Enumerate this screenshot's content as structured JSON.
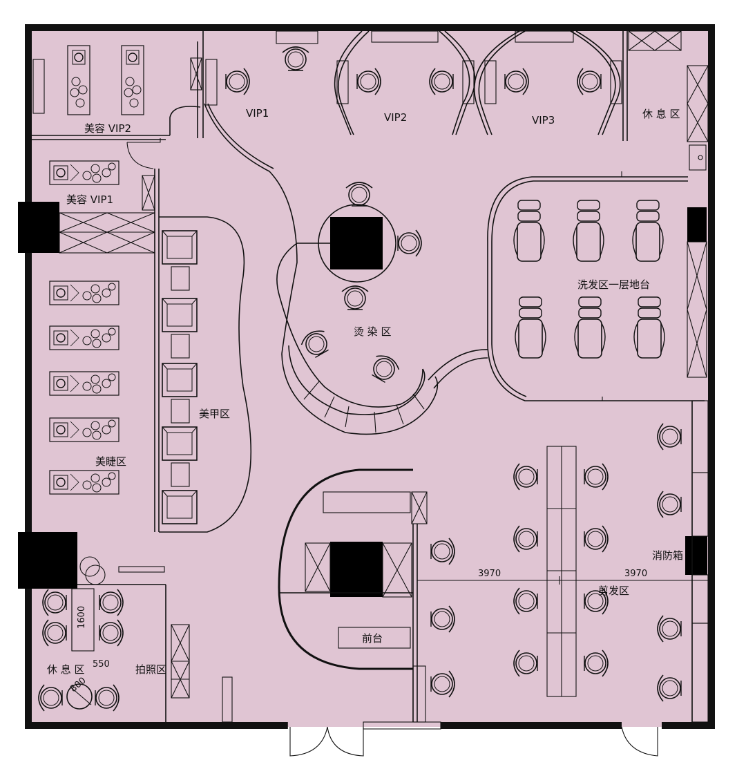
{
  "plan": {
    "background_color": "#e0c5d3",
    "rooms": {
      "beauty_vip2": "美容 VIP2",
      "beauty_vip1": "美容 VIP1",
      "vip1": "VIP1",
      "vip2": "VIP2",
      "vip3": "VIP3",
      "rest_area_top": "休 息 区",
      "perm_dye": "烫 染 区",
      "wash_platform": "洗发区一层地台",
      "nail": "美甲区",
      "lash": "美睫区",
      "front_desk": "前台",
      "cutting": "剪发区",
      "fire_box": "消防箱",
      "rest_area_bottom": "休 息 区",
      "photo": "拍照区"
    },
    "dimensions": {
      "d_3970_left": "3970",
      "d_3970_right": "3970",
      "d_1600": "1600",
      "d_550": "550",
      "d_800": "800"
    }
  }
}
